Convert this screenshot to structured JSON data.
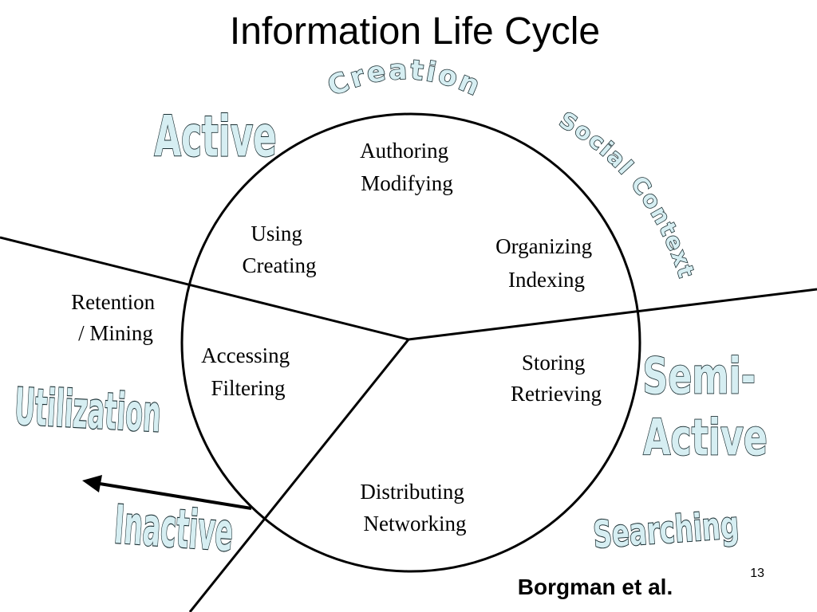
{
  "title": "Information Life Cycle",
  "segments": {
    "creation_activity": {
      "line1": "Authoring",
      "line2": "Modifying"
    },
    "organizing": {
      "line1": "Organizing",
      "line2": "Indexing"
    },
    "storing": {
      "line1": "Storing",
      "line2": "Retrieving"
    },
    "distributing": {
      "line1": "Distributing",
      "line2": "Networking"
    },
    "accessing": {
      "line1": "Accessing",
      "line2": "Filtering"
    },
    "using": {
      "line1": "Using",
      "line2": "Creating"
    }
  },
  "outside_labels": {
    "retention": {
      "line1": "Retention",
      "line2": "/ Mining"
    }
  },
  "phases": {
    "creation": "Creation",
    "social_context": "Social Context",
    "active": "Active",
    "semi_active_line1": "Semi-",
    "semi_active_line2": "Active",
    "searching": "Searching",
    "utilization": "Utilization",
    "inactive": "Inactive"
  },
  "credit": "Borgman et al.",
  "page_number": "13",
  "colors": {
    "wordart_fill": "#d6eef2",
    "wordart_outline": "#1b2f33",
    "line": "#000000"
  }
}
